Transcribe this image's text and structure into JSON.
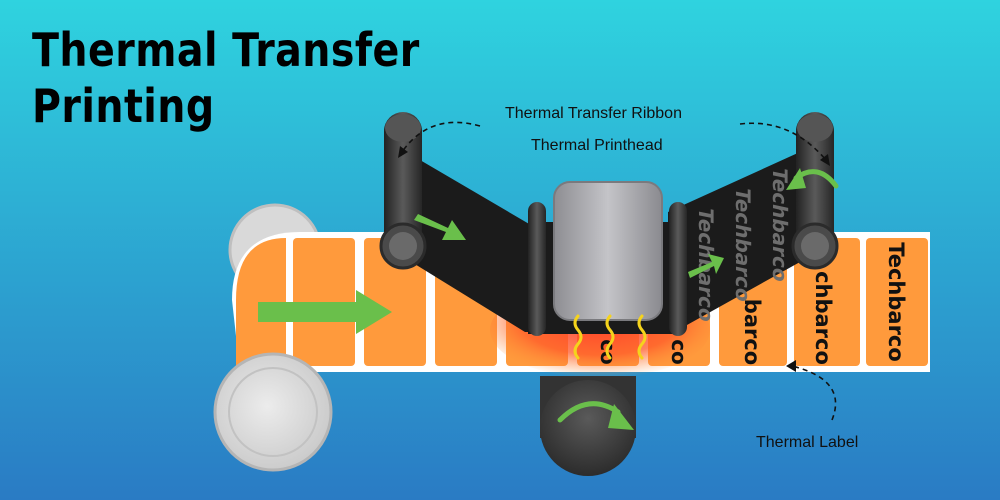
{
  "title": {
    "line1": "Thermal Transfer",
    "line2": "Printing"
  },
  "callouts": {
    "ribbon": "Thermal Transfer Ribbon",
    "printhead": "Thermal Printhead",
    "label": "Thermal Label"
  },
  "label_text": "Techbarco",
  "label_text_partial": {
    "printed_1": "barco",
    "printed_2": "chbarco",
    "under_head_1": "co",
    "under_head_2": "co"
  },
  "colors": {
    "background_top": "#2fd3df",
    "background_bottom": "#2a7bc4",
    "label": "#ff9a3c",
    "ribbon": "#1b1b1b",
    "printhead": "#a8a8ad",
    "heat_glow": "#ff3b2a",
    "arrow": "#6abf4b",
    "roller": "#3a3a3a"
  },
  "icons": [
    "direction-arrow-icon",
    "rotation-arrow-icon",
    "heat-wave-icon"
  ]
}
